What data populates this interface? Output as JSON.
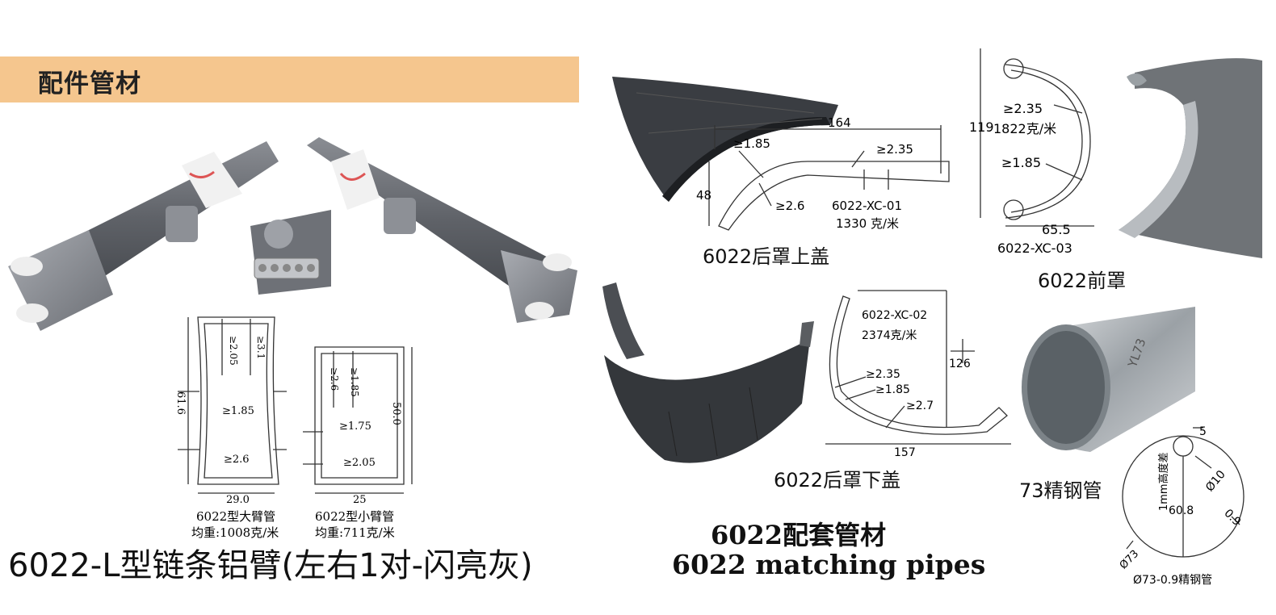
{
  "banner": {
    "title": "配件管材"
  },
  "left_product": {
    "caption": "6022-L型链条铝臂(左右1对-闪亮灰)",
    "large_tube": {
      "height": "61.6",
      "width": "29.0",
      "t1": "≥2.05",
      "t2": "≥3.1",
      "t3": "≥1.85",
      "t4": "≥2.6",
      "name": "6022型大臂管",
      "weight": "均重:1008克/米"
    },
    "small_tube": {
      "height": "50.0",
      "width": "25",
      "t1": "≥2.6",
      "t2": "≥1.85",
      "t3": "≥1.75",
      "t4": "≥2.05",
      "name": "6022型小臂管",
      "weight": "均重:711克/米"
    }
  },
  "rear_top": {
    "label": "6022后罩上盖",
    "width": "164",
    "height": "48",
    "t1": "≥1.85",
    "t2": "≥2.35",
    "t3": "≥2.6",
    "code": "6022-XC-01",
    "weight": "1330 克/米"
  },
  "front": {
    "label": "6022前罩",
    "height": "119",
    "width": "65.5",
    "t1": "≥2.35",
    "weight": "1822克/米",
    "t2": "≥1.85",
    "code": "6022-XC-03"
  },
  "rear_bottom": {
    "label": "6022后罩下盖",
    "code": "6022-XC-02",
    "weight": "2374克/米",
    "height": "126",
    "t1": "≥2.35",
    "t2": "≥1.85",
    "t3": "≥2.7",
    "width": "157"
  },
  "steel_pipe": {
    "label": "73精钢管",
    "marking": "YL73",
    "d5": "5",
    "d10": "Ø10",
    "diff": "1mm高度差",
    "h": "60.8",
    "t": "0.9",
    "d73": "Ø73",
    "spec": "Ø73-0.9精钢管"
  },
  "matching": {
    "title_cn": "6022配套管材",
    "title_en": "6022 matching pipes"
  }
}
